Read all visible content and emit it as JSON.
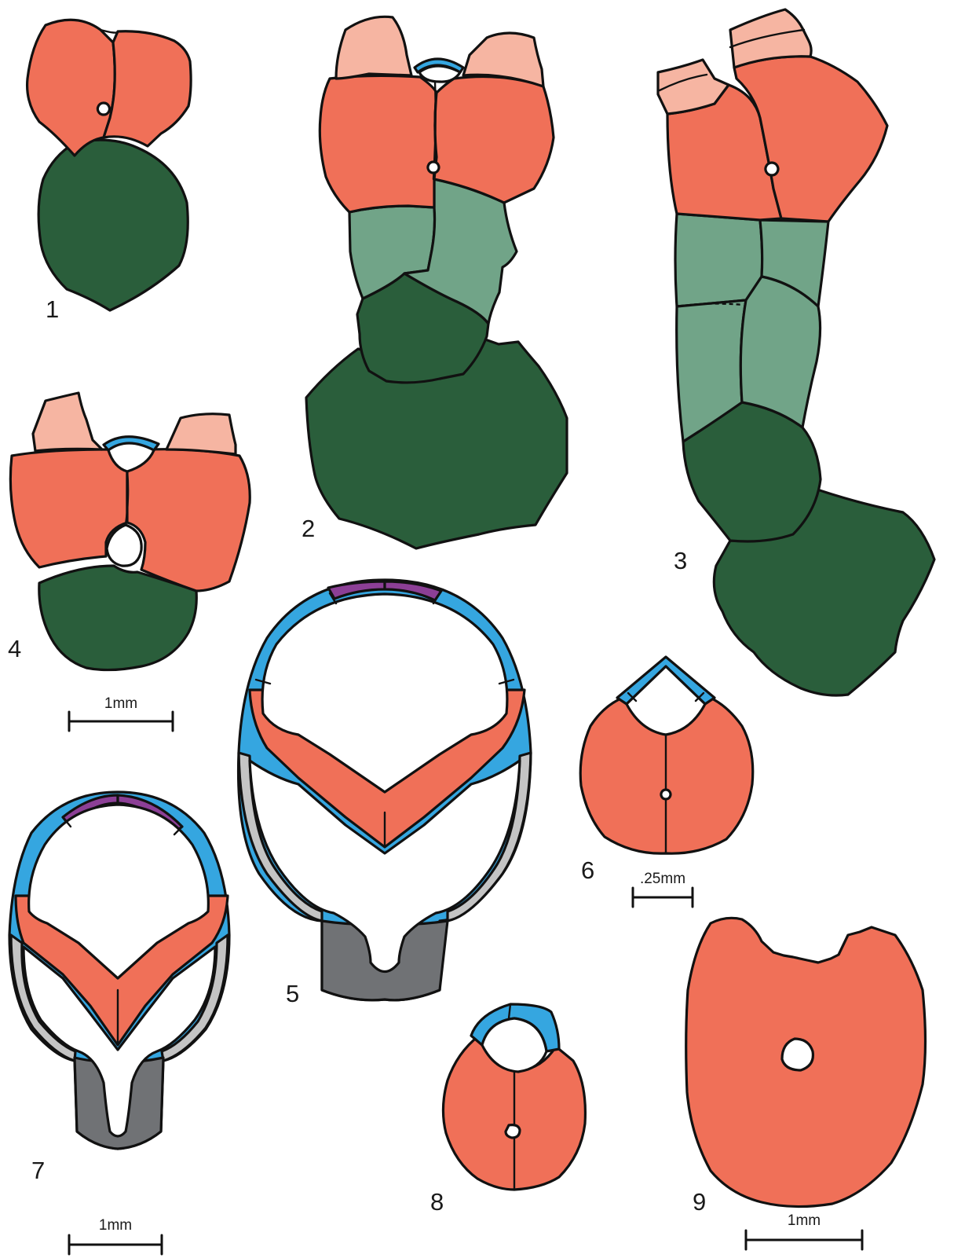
{
  "palette": {
    "primibrach": "#f07058",
    "distal_plate": "#f6b5a2",
    "dark_plate": "#2a5e3b",
    "light_plate": "#71a488",
    "blue_plate": "#35a6e0",
    "purple_plate": "#8c3f96",
    "grey_plate": "#c4c4c4",
    "keel": "#707275",
    "lumen": "#ffffff",
    "outline": "#111111"
  },
  "figures": [
    {
      "number": "1"
    },
    {
      "number": "2"
    },
    {
      "number": "3"
    },
    {
      "number": "4"
    },
    {
      "number": "5"
    },
    {
      "number": "6"
    },
    {
      "number": "7"
    },
    {
      "number": "8"
    },
    {
      "number": "9"
    }
  ],
  "scale_bars": [
    {
      "label": "1mm"
    },
    {
      "label": ".25mm"
    },
    {
      "label": "1mm"
    },
    {
      "label": "1mm"
    }
  ]
}
